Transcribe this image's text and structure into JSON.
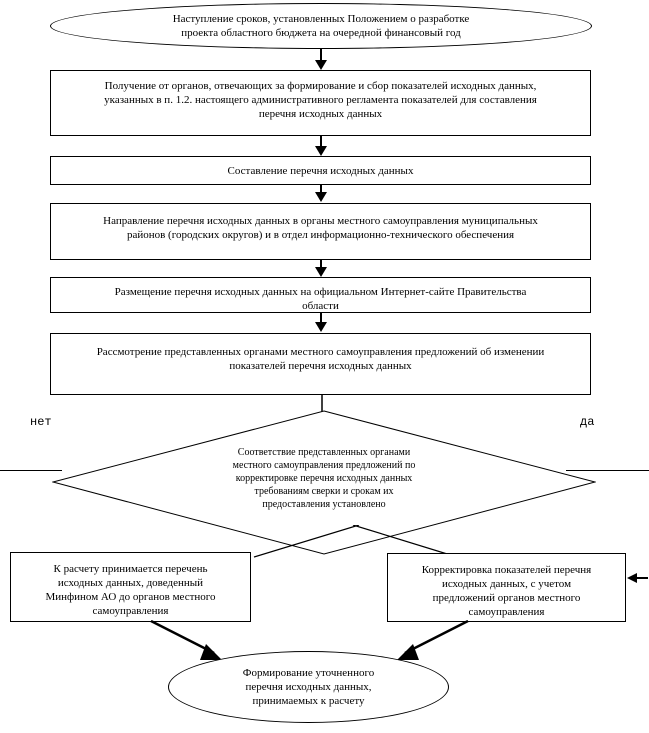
{
  "diagram": {
    "title": "Блок-схема: формирование перечня исходных данных",
    "type": "flowchart",
    "stroke_color": "#000000",
    "fill_color": "#ffffff",
    "nodes": {
      "start": {
        "shape": "ellipse",
        "text": "Наступление сроков, установленных Положением о разработке\nпроекта областного бюджета на очередной финансовый год"
      },
      "step1": {
        "shape": "process",
        "text": "Получение от органов, отвечающих за формирование и сбор показателей исходных данных,\nуказанных в п. 1.2. настоящего административного регламента показателей для составления\nперечня исходных данных"
      },
      "step2": {
        "shape": "process",
        "text": "Составление перечня исходных данных"
      },
      "step3": {
        "shape": "process",
        "text": "Направление перечня исходных данных в органы местного самоуправления муниципальных\nрайонов (городских округов) и в отдел информационно-технического обеспечения"
      },
      "step4": {
        "shape": "process",
        "text": "Размещение перечня исходных данных  на официальном Интернет-сайте Правительства\nобласти"
      },
      "step5": {
        "shape": "process",
        "text": "Рассмотрение представленных органами местного самоуправления предложений об изменении\nпоказателей перечня исходных данных"
      },
      "decision": {
        "shape": "diamond",
        "text": "Соответствие представленных органами\nместного самоуправления предложений по\nкорректировке перечня исходных данных\nтребованиям сверки и срокам их\nпредоставления установлено"
      },
      "branch_no": {
        "shape": "label",
        "text": "нет"
      },
      "branch_yes": {
        "shape": "label",
        "text": "да"
      },
      "outcome_left": {
        "shape": "process",
        "text": "К расчету принимается перечень\nисходных данных, доведенный\nМинфином АО до органов местного\nсамоуправления"
      },
      "outcome_right": {
        "shape": "process",
        "text": "Корректировка показателей перечня\nисходных данных, с учетом\nпредложений органов местного\nсамоуправления"
      },
      "end": {
        "shape": "ellipse",
        "text": "Формирование уточненного\nперечня исходных данных,\nпринимаемых к расчету"
      }
    }
  }
}
